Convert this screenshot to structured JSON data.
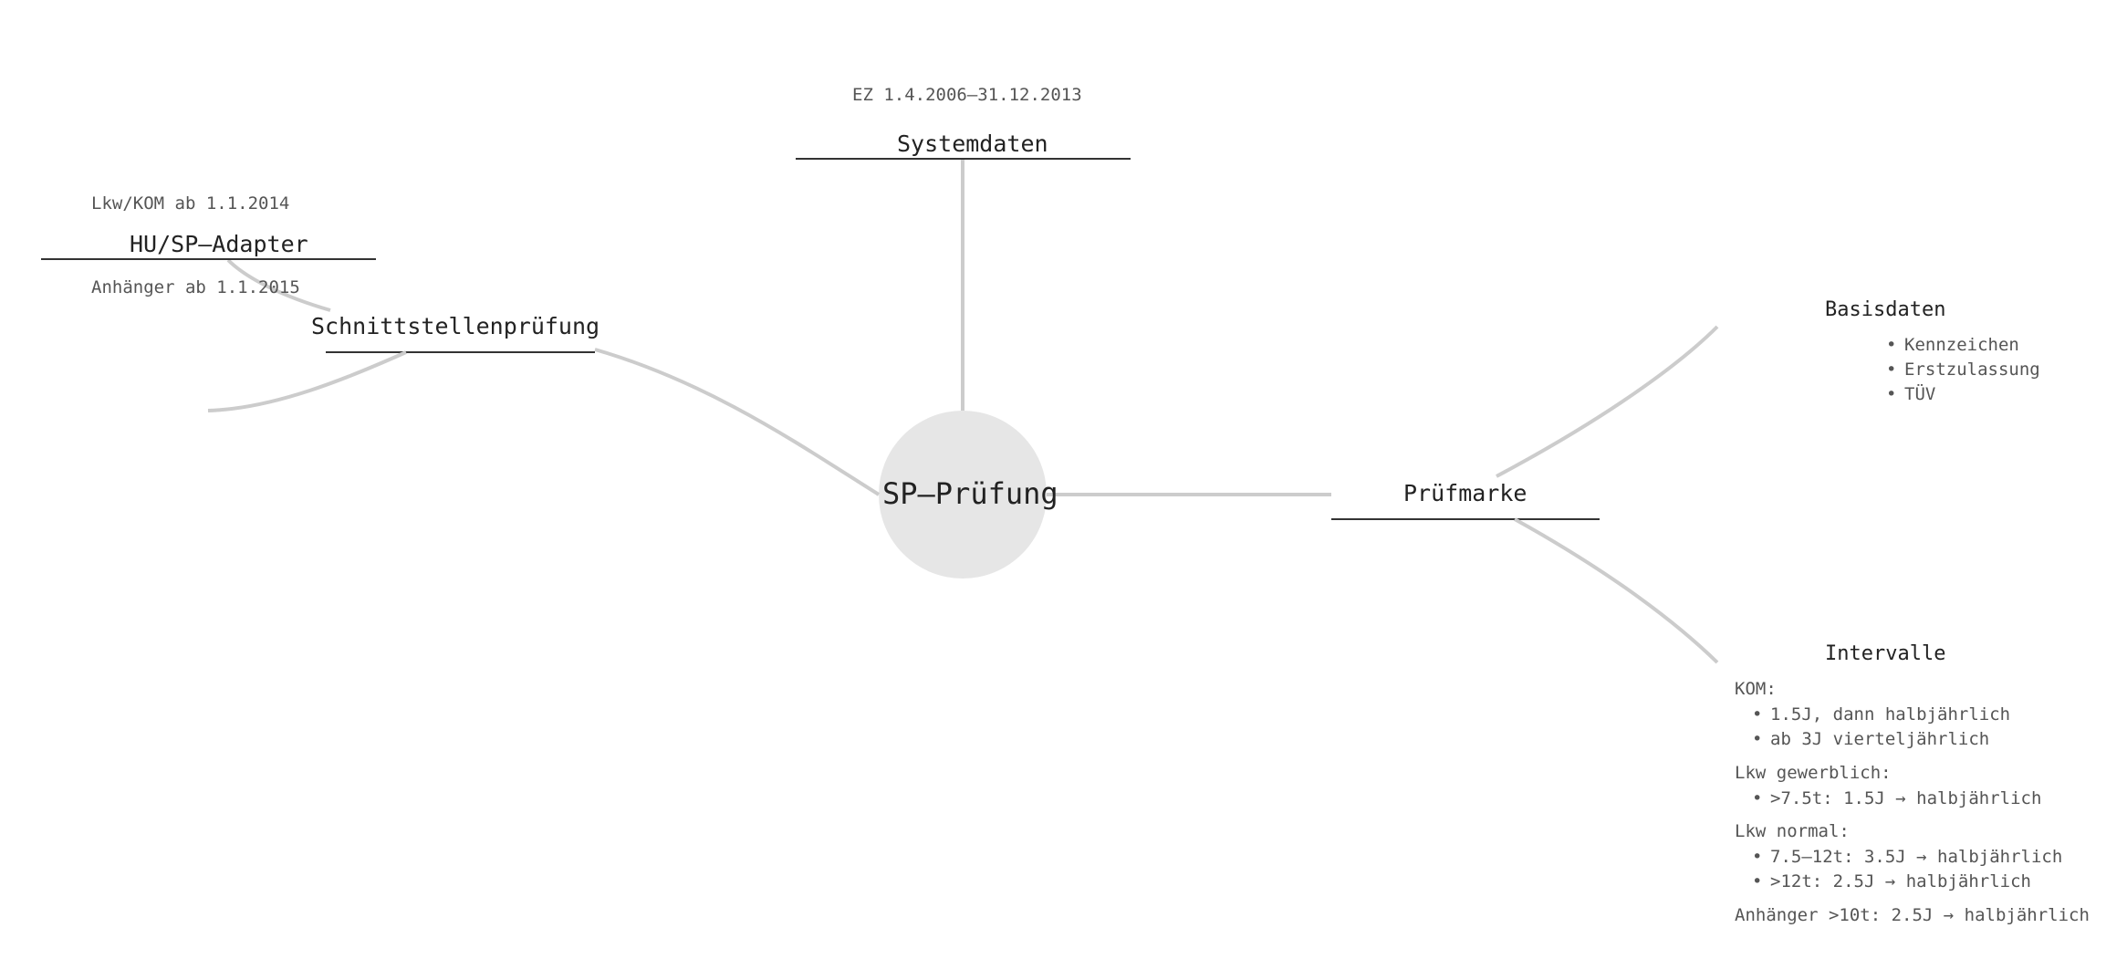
{
  "center": {
    "label": "SP–Prüfung"
  },
  "systemdaten": {
    "label": "Systemdaten",
    "note": "EZ 1.4.2006–31.12.2013"
  },
  "schnittstellen": {
    "label": "Schnittstellenprüfung",
    "adapter": {
      "label": "HU/SP–Adapter",
      "note_top": "Lkw/KOM ab 1.1.2014",
      "note_bottom": "Anhänger ab 1.1.2015"
    }
  },
  "pruefmarke": {
    "label": "Prüfmarke",
    "basisdaten": {
      "title": "Basisdaten",
      "items": [
        "Kennzeichen",
        "Erstzulassung",
        "TÜV"
      ]
    },
    "intervalle": {
      "title": "Intervalle",
      "groups": [
        {
          "head": "KOM:",
          "items": [
            "1.5J, dann halbjährlich",
            "ab 3J vierteljährlich"
          ]
        },
        {
          "head": "Lkw gewerblich:",
          "items": [
            ">7.5t: 1.5J → halbjährlich"
          ]
        },
        {
          "head": "Lkw normal:",
          "items": [
            "7.5–12t: 3.5J → halbjährlich",
            ">12t: 2.5J → halbjährlich"
          ]
        }
      ],
      "footer": "Anhänger >10t: 2.5J → halbjährlich"
    }
  }
}
